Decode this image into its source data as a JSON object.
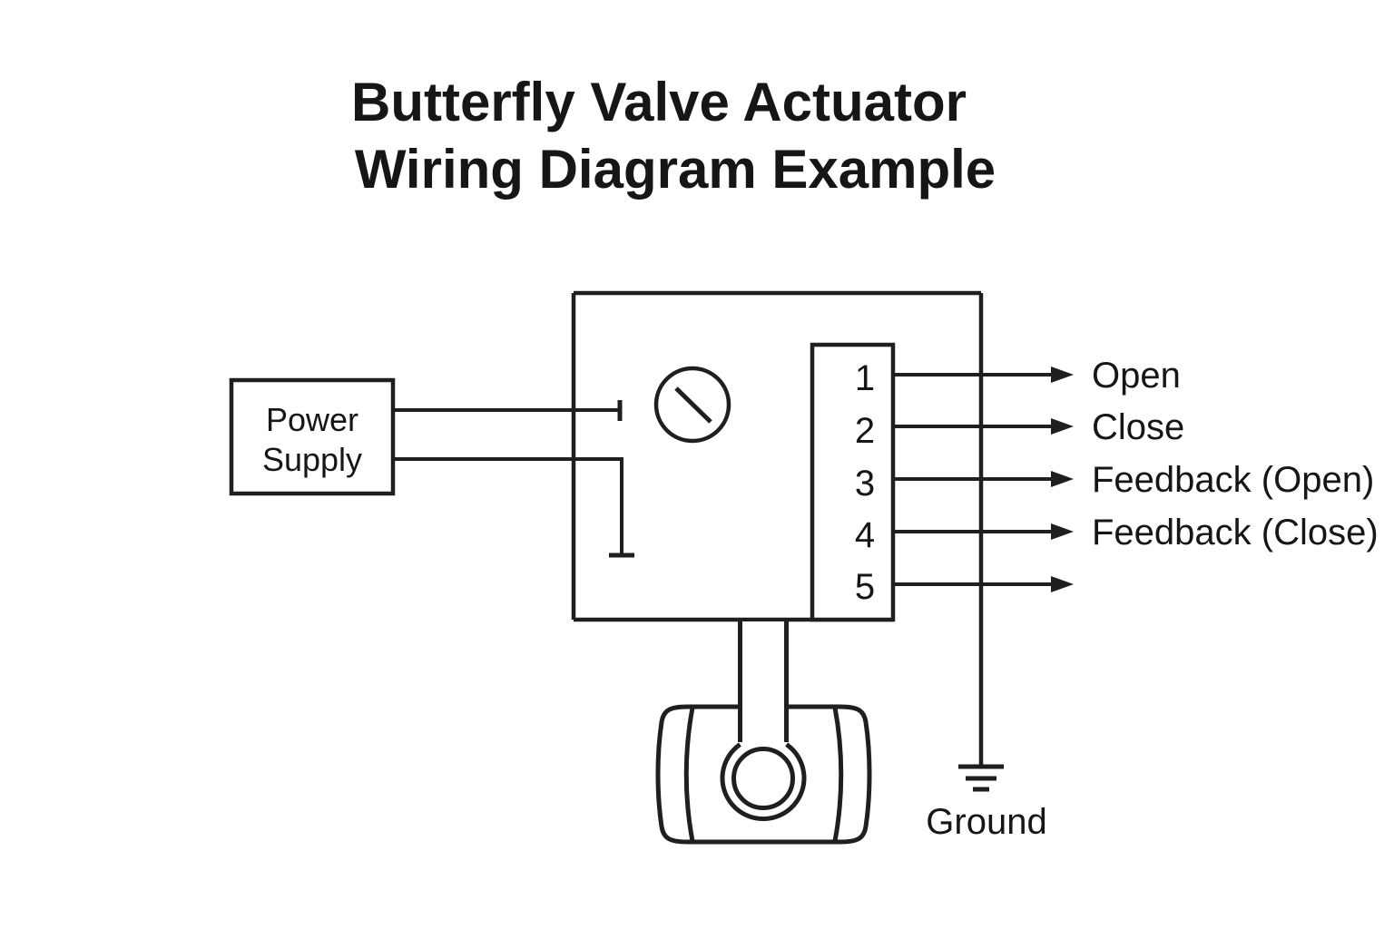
{
  "title": {
    "line1": "Butterfly Valve Actuator",
    "line2": "Wiring Diagram Example"
  },
  "power_supply": {
    "line1": "Power",
    "line2": "Supply"
  },
  "actuator": {
    "terminal_numbers": [
      "1",
      "2",
      "3",
      "4",
      "5"
    ]
  },
  "wires": {
    "labels": [
      "Open",
      "Close",
      "Feedback (Open)",
      "Feedback (Close)",
      ""
    ]
  },
  "ground": {
    "label": "Ground"
  },
  "icons": {
    "dial": "position-indicator-dial",
    "ground": "earth-ground-symbol",
    "valve": "butterfly-valve-symbol",
    "arrows": "wire-arrowhead"
  },
  "colors": {
    "background": "#ffffff",
    "line": "#1f1f1f",
    "text": "#161616"
  }
}
